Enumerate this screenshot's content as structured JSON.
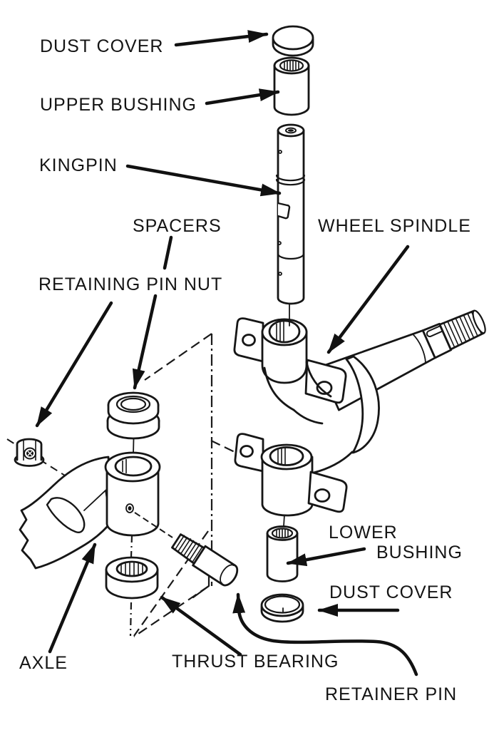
{
  "figure": {
    "type": "exploded-parts-diagram",
    "subject": "kingpin and wheel spindle assembly"
  },
  "colors": {
    "ink": "#161616",
    "paper": "#ffffff"
  },
  "labels": {
    "dust_cover_top": "DUST COVER",
    "upper_bushing": "UPPER BUSHING",
    "kingpin": "KINGPIN",
    "spacers": "SPACERS",
    "wheel_spindle": "WHEEL SPINDLE",
    "retaining_pin_nut": "RETAINING PIN NUT",
    "lower_bushing_line1": "LOWER",
    "lower_bushing_line2": "BUSHING",
    "dust_cover_bottom": "DUST COVER",
    "axle": "AXLE",
    "thrust_bearing": "THRUST BEARING",
    "retainer_pin": "RETAINER PIN"
  }
}
